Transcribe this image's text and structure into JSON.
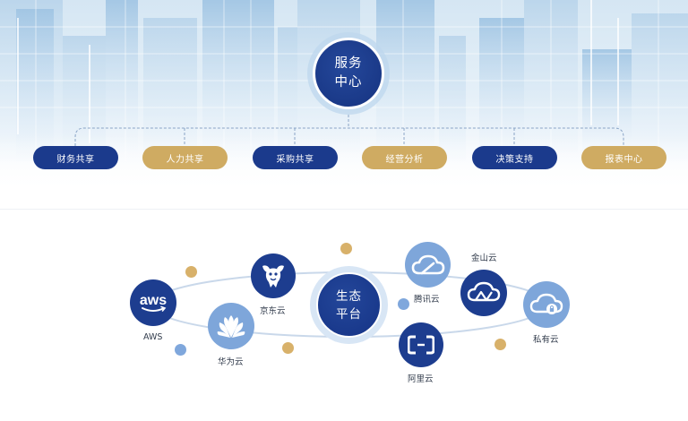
{
  "hub": {
    "line1": "服务",
    "line2": "中心"
  },
  "services": [
    {
      "label": "财务共享",
      "style": "blue"
    },
    {
      "label": "人力共享",
      "style": "gold"
    },
    {
      "label": "采购共享",
      "style": "blue"
    },
    {
      "label": "经营分析",
      "style": "gold"
    },
    {
      "label": "决策支持",
      "style": "blue"
    },
    {
      "label": "报表中心",
      "style": "gold"
    }
  ],
  "ecosystem": {
    "center": {
      "line1": "生态",
      "line2": "平台"
    },
    "aws_logo_text": "aws",
    "nodes": [
      {
        "label": "AWS",
        "icon": "aws-logo-icon"
      },
      {
        "label": "华为云",
        "icon": "huawei-logo-icon"
      },
      {
        "label": "京东云",
        "icon": "jd-dog-icon"
      },
      {
        "label": "腾讯云",
        "icon": "cloud-icon"
      },
      {
        "label": "阿里云",
        "icon": "aliyun-logo-icon"
      },
      {
        "label": "金山云",
        "icon": "cloud-network-icon"
      },
      {
        "label": "私有云",
        "icon": "cloud-lock-icon"
      }
    ]
  },
  "colors": {
    "navy": "#1b3a8c",
    "gold": "#cfab62",
    "light_blue": "#7ea6da"
  }
}
